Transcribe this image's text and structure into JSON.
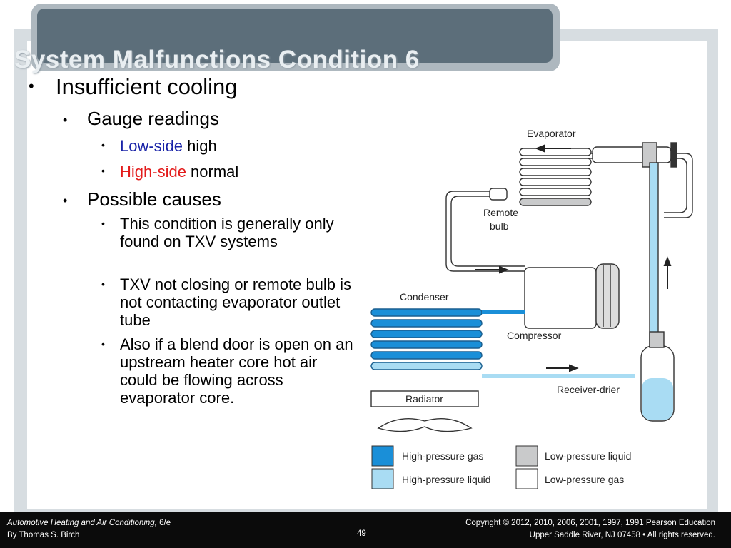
{
  "slide": {
    "title": "System Malfunctions Condition 6",
    "bullets": {
      "b1": "Insufficient cooling",
      "b2": "Gauge readings",
      "b3a_prefix": "Low-side",
      "b3a_suffix": " high",
      "b3b_prefix": "High-side",
      "b3b_suffix": " normal",
      "b4": "Possible causes",
      "b5": "This condition is generally only found on TXV systems",
      "b6": "TXV not closing or remote bulb is not contacting evaporator outlet tube",
      "b7": "Also if a blend door is open on an upstream heater core hot air could be flowing across evaporator core."
    }
  },
  "diagram": {
    "labels": {
      "evaporator": "Evaporator",
      "remote_bulb_1": "Remote",
      "remote_bulb_2": "bulb",
      "condenser": "Condenser",
      "compressor": "Compressor",
      "receiver_drier": "Receiver-drier",
      "radiator": "Radiator"
    },
    "legend": {
      "high_gas": "High-pressure gas",
      "high_liquid": "High-pressure liquid",
      "low_liquid": "Low-pressure liquid",
      "low_gas": "Low-pressure gas"
    },
    "colors": {
      "high_gas": "#1a8fd8",
      "high_liquid": "#a9dcf3",
      "low_liquid": "#c9cacb",
      "low_gas": "#ffffff"
    }
  },
  "footer": {
    "book_title": "Automotive Heating and Air Conditioning,",
    "edition": " 6/e",
    "author": "By Thomas S. Birch",
    "page": "49",
    "copyright": "Copyright © 2012, 2010, 2006, 2001, 1997, 1991 Pearson Education",
    "address": "Upper Saddle River, NJ 07458 • All rights reserved."
  }
}
